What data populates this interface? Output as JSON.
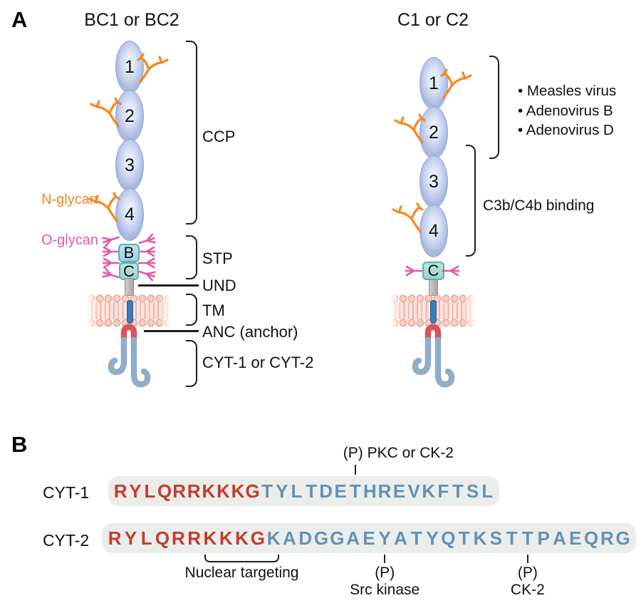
{
  "panel_a": {
    "label": "A",
    "left_isoform": {
      "title": "BC1 or BC2",
      "ccp_domains": [
        "1",
        "2",
        "3",
        "4"
      ],
      "stp_units": [
        "B",
        "C"
      ],
      "nglycan_label": "N-glycan",
      "oglycan_label": "O-glycan",
      "region_labels": {
        "ccp": "CCP",
        "stp": "STP",
        "und": "UND",
        "tm": "TM",
        "anc": "ANC (anchor)",
        "cyt": "CYT-1 or CYT-2"
      }
    },
    "right_isoform": {
      "title": "C1 or C2",
      "ccp_domains": [
        "1",
        "2",
        "3",
        "4"
      ],
      "stp_units": [
        "C"
      ],
      "bullet": "•",
      "virus_list": [
        "Measles virus",
        "Adenovirus B",
        "Adenovirus D"
      ],
      "binding_label": "C3b/C4b binding"
    }
  },
  "panel_b": {
    "label": "B",
    "rows": [
      {
        "name": "CYT-1",
        "red": "RYLQRRKKKG",
        "blue": "TYLTDETHREVKFTSL"
      },
      {
        "name": "CYT-2",
        "red": "RYLQRRKKKG",
        "blue": "KADGGAEYATYQTKSTTPAEQRG"
      }
    ],
    "markers": {
      "pkc": {
        "row": 0,
        "char_index": 16,
        "label": "(P) PKC or CK-2"
      },
      "nuclear": {
        "row": 1,
        "start_index": 6,
        "end_index": 10,
        "label": "Nuclear targeting"
      },
      "src": {
        "row": 1,
        "char_index": 17,
        "p": "(P)",
        "label": "Src kinase"
      },
      "ck2": {
        "row": 1,
        "char_index": 26,
        "p": "(P)",
        "label": "CK-2"
      }
    }
  },
  "colors": {
    "sequence_red": "#c43d2e",
    "sequence_blue": "#6292b5",
    "sequence_bg": "#ebedeb",
    "nglycan_orange": "#f6861f",
    "oglycan_pink": "#e856a4",
    "ccp_fill": "#c9d6ef",
    "stp_teal_border": "#54b0ba",
    "membrane_pink": "#f5c3ba",
    "tm_blue": "#3d7ab8",
    "anchor_red": "#d6555c",
    "tail_bluegray": "#90adc7",
    "line_black": "#1d1d1d"
  }
}
